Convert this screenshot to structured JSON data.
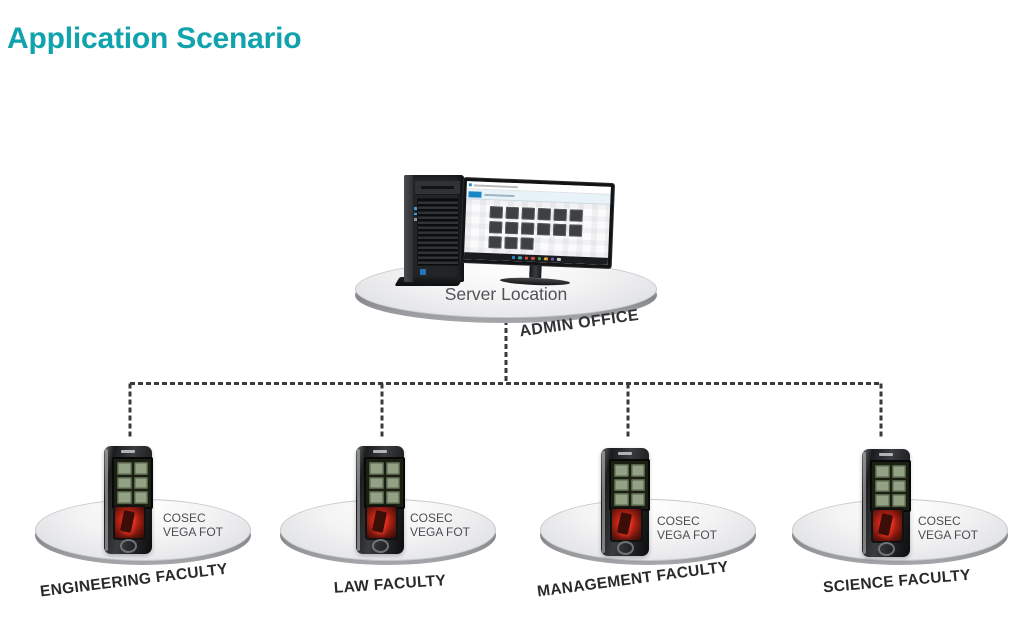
{
  "title": {
    "text": "Application Scenario",
    "color": "#10a3ad"
  },
  "server": {
    "platform_caption": "Server Location",
    "zone_label": "ADMIN OFFICE",
    "icons": [
      "tower-server-icon",
      "desktop-monitor-icon"
    ]
  },
  "network": {
    "style": "dashed",
    "line_color": "#3a3a3c"
  },
  "branches": [
    {
      "faculty": "ENGINEERING FACULTY",
      "device_line1": "COSEC",
      "device_line2": "VEGA FOT"
    },
    {
      "faculty": "LAW FACULTY",
      "device_line1": "COSEC",
      "device_line2": "VEGA FOT"
    },
    {
      "faculty": "MANAGEMENT FACULTY",
      "device_line1": "COSEC",
      "device_line2": "VEGA FOT"
    },
    {
      "faculty": "SCIENCE FACULTY",
      "device_line1": "COSEC",
      "device_line2": "VEGA FOT"
    }
  ],
  "device": {
    "icon": "vega-terminal-icon",
    "parts": [
      "device-screen",
      "fingerprint-sensor-icon",
      "card-reader-icon"
    ]
  },
  "colors": {
    "accent_teal": "#10a3ad",
    "dash_line": "#3a3a3c",
    "label_dark": "#29292b",
    "caption_gray": "#4f5256",
    "platform_light": "#ededee",
    "platform_rim": "#8e9093",
    "fingerprint_red": "#c02417",
    "screen_icon_green": "#93a285"
  }
}
